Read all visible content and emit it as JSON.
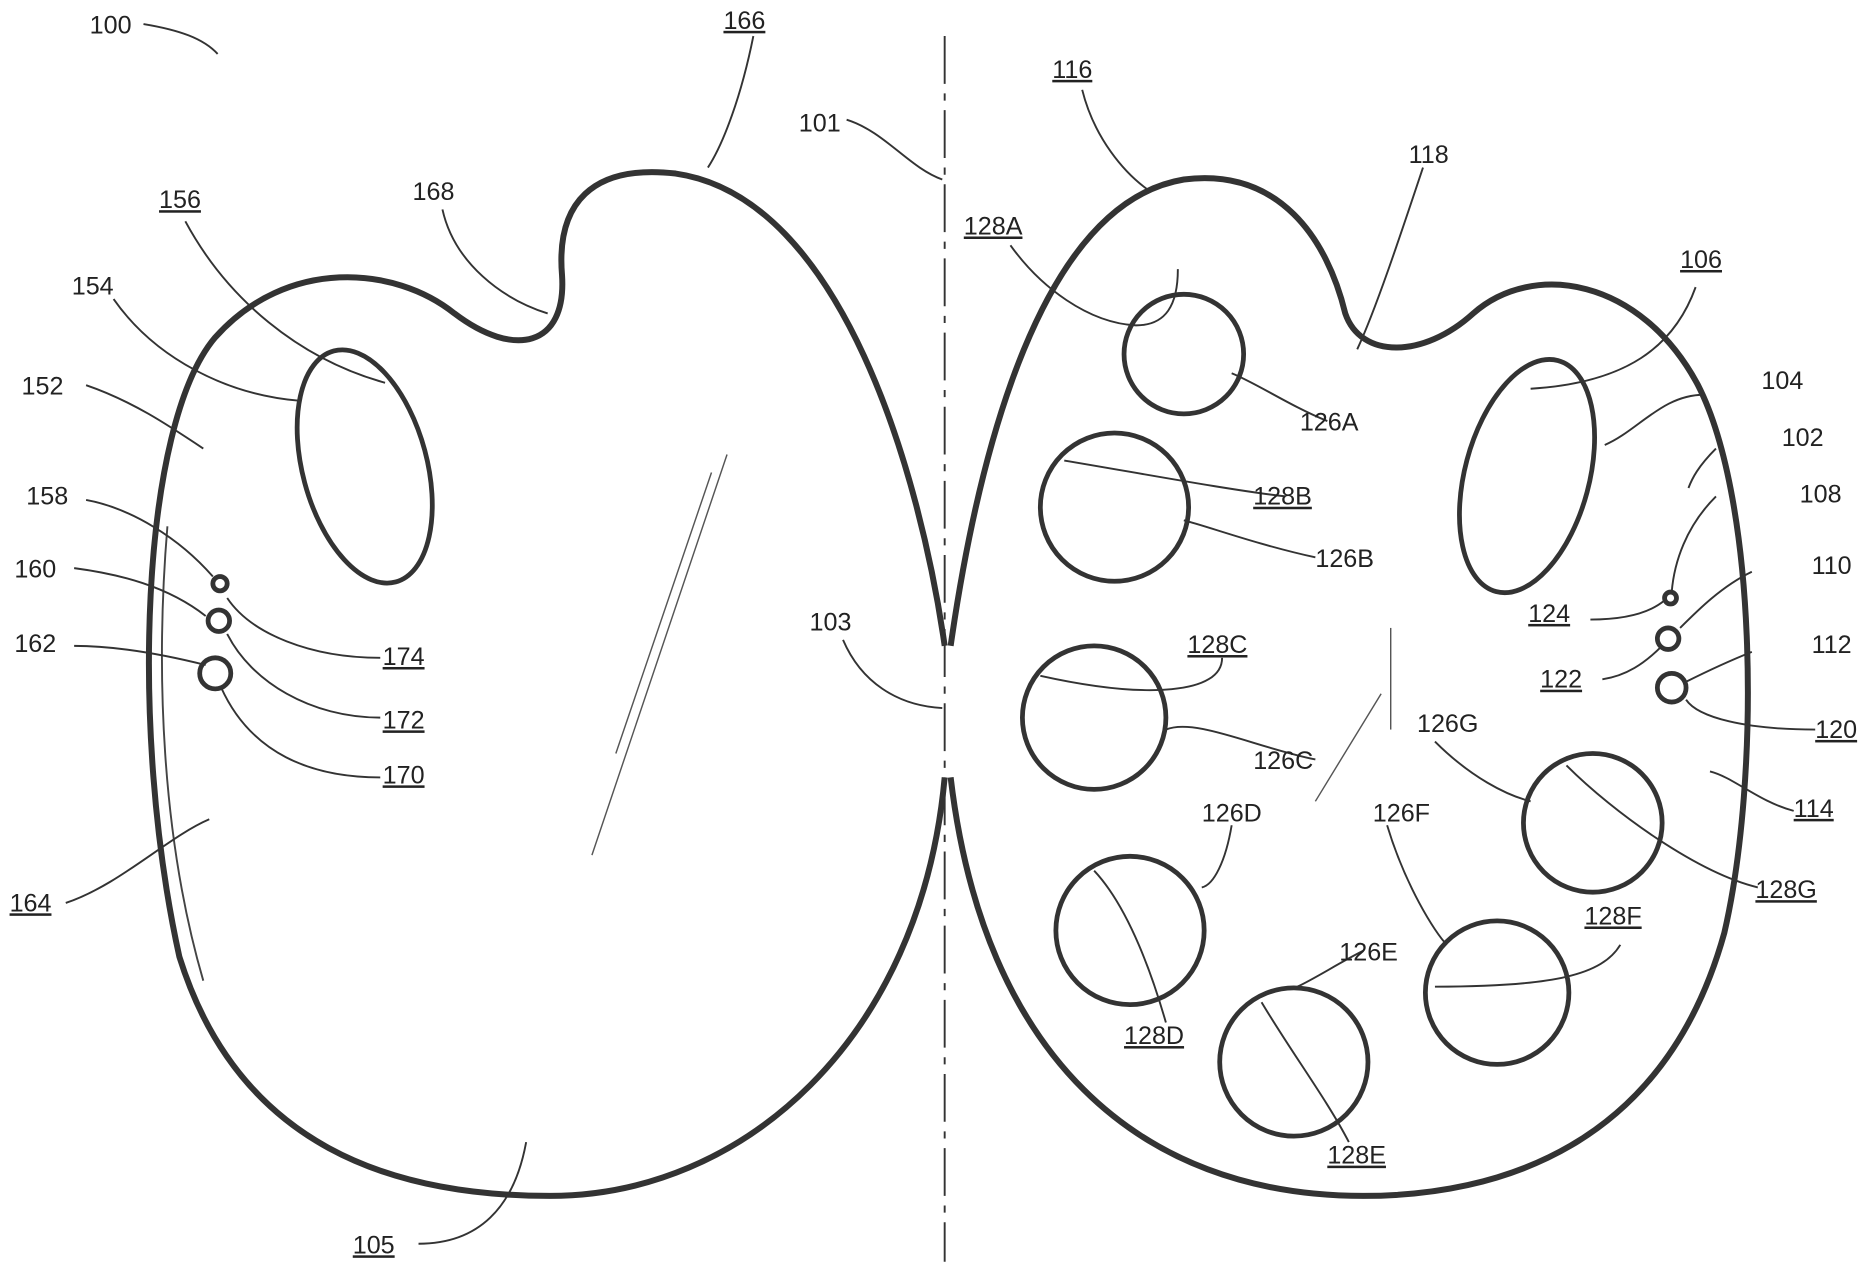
{
  "title": "Paint palette patent drawing, figure 100",
  "labels": {
    "l100": "100",
    "l101": "101",
    "l103": "103",
    "l105": "105",
    "l166": "166",
    "l168": "168",
    "l156": "156",
    "l154": "154",
    "l152": "152",
    "l158": "158",
    "l160": "160",
    "l162": "162",
    "l174": "174",
    "l172": "172",
    "l170": "170",
    "l164": "164",
    "l116": "116",
    "l118": "118",
    "l128A": "128A",
    "l126A": "126A",
    "l128B": "128B",
    "l126B": "126B",
    "l128C": "128C",
    "l126C": "126C",
    "l126D": "126D",
    "l128D": "128D",
    "l126E": "126E",
    "l128E": "128E",
    "l126F": "126F",
    "l128F": "128F",
    "l126G": "126G",
    "l128G": "128G",
    "l106": "106",
    "l104": "104",
    "l102": "102",
    "l108": "108",
    "l110": "110",
    "l112": "112",
    "l124": "124",
    "l122": "122",
    "l120": "120",
    "l114": "114"
  }
}
